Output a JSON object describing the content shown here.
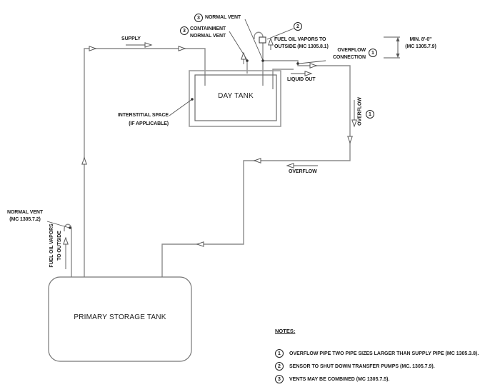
{
  "diagram": {
    "title_labels": {
      "supply": "SUPPLY",
      "normal_vent_top": "NORMAL VENT",
      "containment_line1": "CONTAINMENT",
      "containment_line2": "NORMAL VENT",
      "fuel_vapors_day_line1": "FUEL OIL VAPORS TO",
      "fuel_vapors_day_line2": "OUTSIDE (MC 1305.8.1)",
      "overflow_connection_line1": "OVERFLOW",
      "overflow_connection_line2": "CONNECTION",
      "min_height_line1": "MIN. 8'-0\"",
      "min_height_line2": "(MC 1305.7.9)",
      "liquid_out": "LIQUID OUT",
      "overflow_vertical": "OVERFLOW",
      "overflow_mid": "OVERFLOW",
      "day_tank": "DAY TANK",
      "interstitial_line1": "INTERSTITIAL SPACE",
      "interstitial_line2": "(IF APPLICABLE)",
      "normal_vent_left_line1": "NORMAL VENT",
      "normal_vent_left_line2": "(MC 1305.7.2)",
      "fuel_vapors_left_line1": "FUEL OIL VAPORS",
      "fuel_vapors_left_line2": "TO OUTSIDE",
      "primary_tank": "PRIMARY STORAGE TANK"
    },
    "callouts": {
      "c1": "1",
      "c2": "2",
      "c3": "3"
    },
    "notes": {
      "title": "NOTES:",
      "items": [
        {
          "num": "1",
          "text": "OVERFLOW PIPE TWO PIPE SIZES LARGER THAN SUPPLY PIPE (MC 1305.3.8)."
        },
        {
          "num": "2",
          "text": "SENSOR TO SHUT DOWN TRANSFER PUMPS (MC. 1305.7.9)."
        },
        {
          "num": "3",
          "text": "VENTS MAY BE COMBINED (MC 1305.7.5)."
        }
      ]
    },
    "colors": {
      "pipe": "#8c8c8c",
      "detail": "#555555",
      "text": "#1a1a1a",
      "background": "#ffffff"
    }
  }
}
